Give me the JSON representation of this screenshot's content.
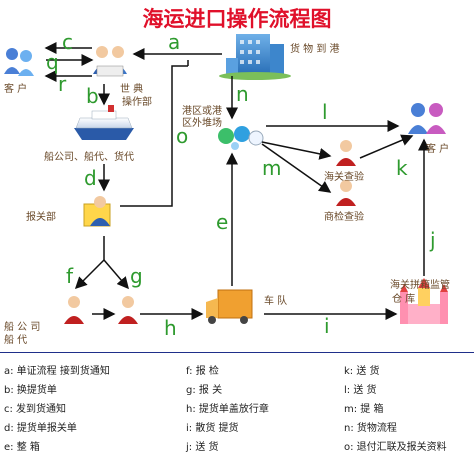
{
  "title": "海运进口操作流程图",
  "nodes": {
    "customer_left": "客 户",
    "trading_company": [
      "世 典",
      "操作部"
    ],
    "goods_arrive": "货 物 到 港",
    "shipping": "船公司、船代、货代",
    "customs_dept": "报关部",
    "port_yard": [
      "港区或港",
      "区外堆场"
    ],
    "customs_inspect": "海关查验",
    "commodity_inspect": "商检查验",
    "customer_right": "客 户",
    "carrier": [
      "船 公 司",
      "船    代"
    ],
    "fleet": "车 队",
    "warehouse": [
      "海关拼箱监管",
      "仓        库"
    ]
  },
  "steps": [
    "a",
    "b",
    "c",
    "d",
    "e",
    "f",
    "g",
    "h",
    "i",
    "j",
    "k",
    "l",
    "m",
    "n",
    "o",
    "q",
    "r"
  ],
  "legend": {
    "col1": [
      "a:  单证流程  接到货通知",
      "b:  换提货单",
      "c:  发到货通知",
      "d:  提货单报关单",
      "e:  整  箱"
    ],
    "col2": [
      "f:  报  检",
      "g:  报  关",
      "h:  提货单盖放行章",
      "i:  散货 提货",
      "j:  送  货"
    ],
    "col3": [
      "k:  送  货",
      "l:  送  货",
      "m:  提  箱",
      "n:  货物流程",
      "o:  退付汇联及报关资料"
    ]
  },
  "colors": {
    "title": "#e0102a",
    "arrow": "#111111",
    "step": "#2e9a2e",
    "divider": "#1f2f8a"
  }
}
